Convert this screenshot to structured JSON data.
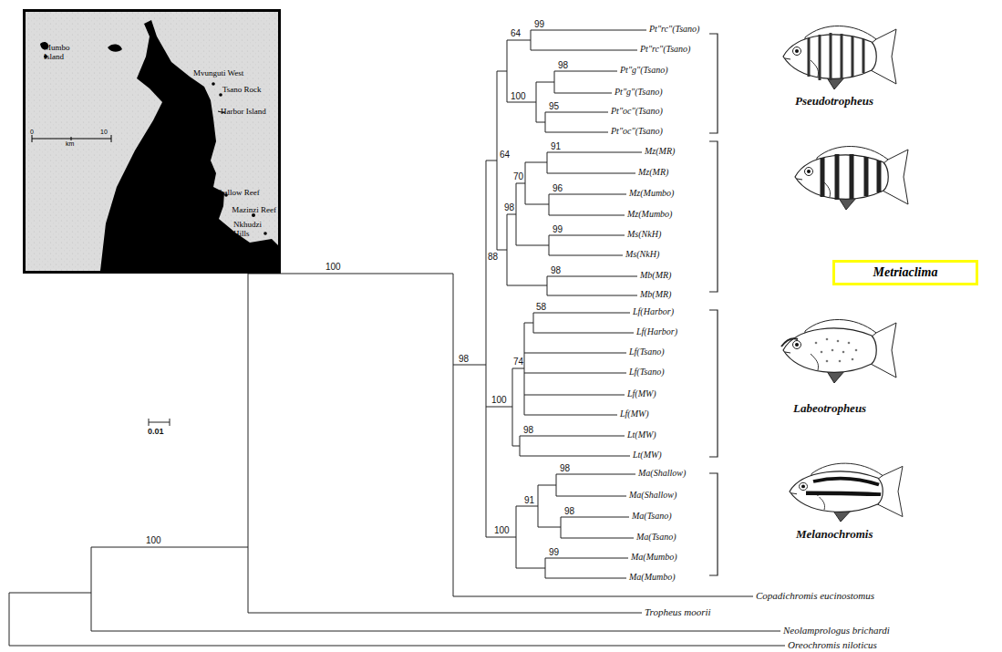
{
  "diagram": {
    "nodes": [
      {
        "text": [
          "Mumbo Island",
          "Mvunguti West",
          "Tsano Rock",
          "Harbor Island",
          "Shallow Reef",
          "Mazinzi Reef",
          "Nkhudzi Hills",
          "0",
          "10",
          "km"
        ]
      },
      {
        "text": [
          "Metriaclima"
        ]
      }
    ],
    "labels": [
      "Pt\"rc\"(Tsano)",
      "Pt\"rc\"(Tsano)",
      "Pt\"g\"(Tsano)",
      "Pt\"g\"(Tsano)",
      "Pt\"oc\"(Tsano)",
      "Pt\"oc\"(Tsano)",
      "Mz(MR)",
      "Mz(MR)",
      "Mz(Mumbo)",
      "Mz(Mumbo)",
      "Ms(NkH)",
      "Ms(NkH)",
      "Mb(MR)",
      "Mb(MR)",
      "Lf(Harbor)",
      "Lf(Harbor)",
      "Lf(Tsano)",
      "Lf(Tsano)",
      "Lf(MW)",
      "Lf(MW)",
      "Lt(MW)",
      "Lt(MW)",
      "Ma(Shallow)",
      "Ma(Shallow)",
      "Ma(Tsano)",
      "Ma(Tsano)",
      "Ma(Mumbo)",
      "Ma(Mumbo)",
      "Copadichromis eucinostomus",
      "Tropheus moorii",
      "Neolamprologus brichardi",
      "Oreochromis niloticus",
      "Pseudotropheus",
      "Labeotropheus",
      "Melanochromis",
      "0.01",
      "99",
      "64",
      "98",
      "100",
      "95",
      "91",
      "70",
      "96",
      "98",
      "99",
      "88",
      "98",
      "64",
      "98",
      "58",
      "74",
      "100",
      "98",
      "98",
      "98",
      "91",
      "99",
      "100",
      "100",
      "100"
    ]
  }
}
